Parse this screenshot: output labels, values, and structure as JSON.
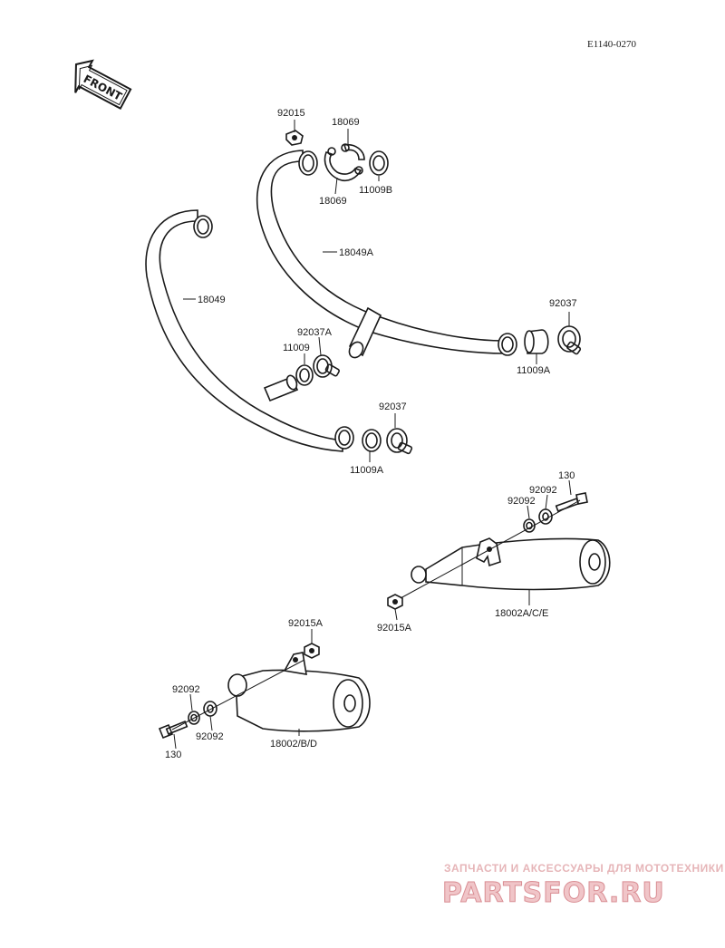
{
  "diagram": {
    "code": "E1140-0270",
    "front_label": "FRONT",
    "labels": {
      "p92015_top": "92015",
      "p18069_top": "18069",
      "p18069_bottom": "18069",
      "p11009B": "11009B",
      "p18049A": "18049A",
      "p18049": "18049",
      "p92037_right": "92037",
      "p11009A_right": "11009A",
      "p92037A": "92037A",
      "p11009": "11009",
      "p92037_lower": "92037",
      "p11009A_lower": "11009A",
      "p130_upper": "130",
      "p92092_upper_a": "92092",
      "p92092_upper_b": "92092",
      "p92015A_upper": "92015A",
      "p18002ACE": "18002A/C/E",
      "p92015A_lower": "92015A",
      "p92092_lower_a": "92092",
      "p92092_lower_b": "92092",
      "p130_lower": "130",
      "p18002BD": "18002/B/D"
    }
  },
  "watermark": {
    "tagline": "ЗАПЧАСТИ И АКСЕССУАРЫ ДЛЯ МОТОТЕХНИКИ",
    "brand": "PARTSFOR.RU"
  }
}
